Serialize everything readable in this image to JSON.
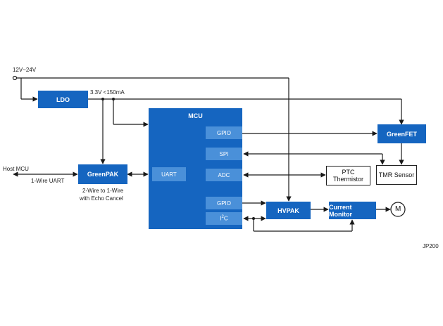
{
  "supply_label": "12V~24V",
  "ldo_label": "LDO",
  "ldo_output_label": "3.3V <150mA",
  "mcu": {
    "title": "MCU",
    "ports": {
      "gpio_top": "GPIO",
      "spi": "SPI",
      "adc": "ADC",
      "uart": "UART",
      "gpio_bottom": "GPIO",
      "i2c_base": "I",
      "i2c_sup": "2",
      "i2c_tail": "C"
    }
  },
  "greenfet_label": "GreenFET",
  "greenpak_label": "GreenPAK",
  "greenpak_caption_line1": "2-Wire to 1-Wire",
  "greenpak_caption_line2": "with Echo Cancel",
  "host_label": "Host MCU",
  "host_link_label": "1-Wire UART",
  "ptc_line1": "PTC",
  "ptc_line2": "Thermistor",
  "tmr_label": "TMR Sensor",
  "hvpak_label": "HVPAK",
  "current_monitor_label": "Current Monitor",
  "motor_label": "M",
  "ref_label": "JP200",
  "colors": {
    "block_blue": "#1565c0",
    "port_blue": "#4a90d9",
    "line": "#1a1a1a"
  }
}
